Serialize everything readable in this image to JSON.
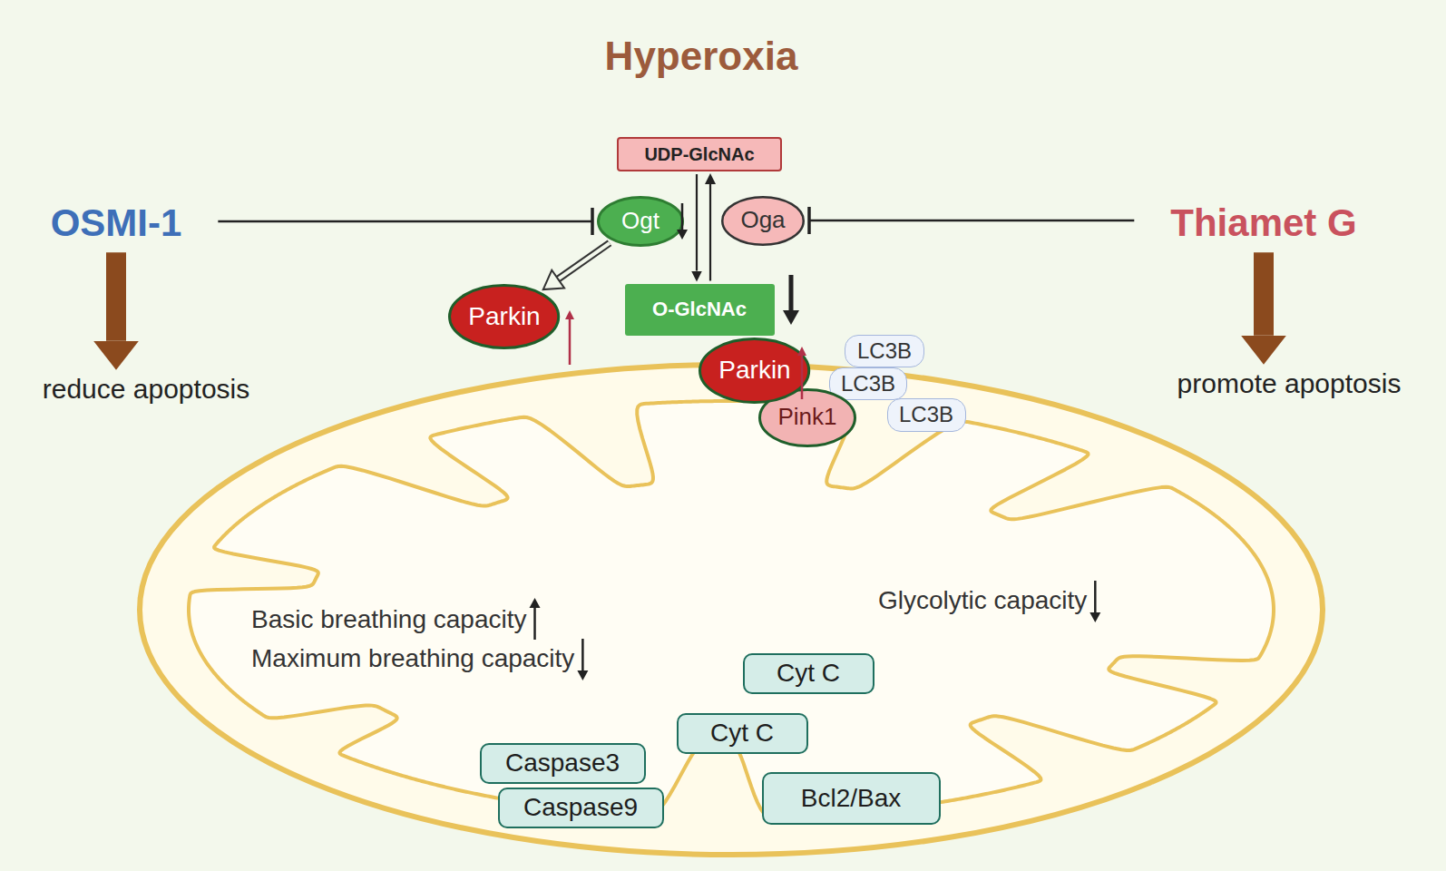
{
  "diagram": {
    "title": "Hyperoxia",
    "nodes": [
      {
        "text": [
          "UDP-GlcNAc"
        ]
      },
      {
        "text": [
          "OSMI-1"
        ]
      },
      {
        "text": [
          "Ogt"
        ]
      },
      {
        "text": [
          "Oga"
        ]
      },
      {
        "text": [
          "Thiamet G"
        ]
      },
      {
        "text": [
          "reduce apoptosis"
        ]
      },
      {
        "text": [
          "Parkin"
        ]
      },
      {
        "text": [
          "O-GlcNAc"
        ]
      },
      {
        "text": [
          "promote apoptosis"
        ]
      },
      {
        "text": [
          "LC3B"
        ]
      },
      {
        "text": [
          "Parkin"
        ]
      },
      {
        "text": [
          "LC3B"
        ]
      },
      {
        "text": [
          "Pink1"
        ]
      },
      {
        "text": [
          "LC3B"
        ]
      },
      {
        "text": [
          "Cyt C"
        ]
      },
      {
        "text": [
          "Cyt C"
        ]
      },
      {
        "text": [
          "Caspase3"
        ]
      },
      {
        "text": [
          "Bcl2/Bax"
        ]
      },
      {
        "text": [
          "Caspase9"
        ]
      }
    ],
    "edges": [
      {
        "from": 1,
        "to": 2,
        "arrow": "to"
      },
      {
        "from": 4,
        "to": 3,
        "arrow": "to"
      },
      {
        "from": 1,
        "to": 5,
        "arrow": "to"
      },
      {
        "from": 4,
        "to": 8,
        "arrow": "to"
      },
      {
        "from": 0,
        "to": 7,
        "arrow": "to"
      },
      {
        "from": 7,
        "to": 0,
        "arrow": "to"
      },
      {
        "from": 2,
        "to": 6,
        "arrow": "to"
      }
    ],
    "labels": [
      "Basic breathing capacity",
      "Maximum breathing capacity",
      "Glycolytic capacity"
    ]
  }
}
